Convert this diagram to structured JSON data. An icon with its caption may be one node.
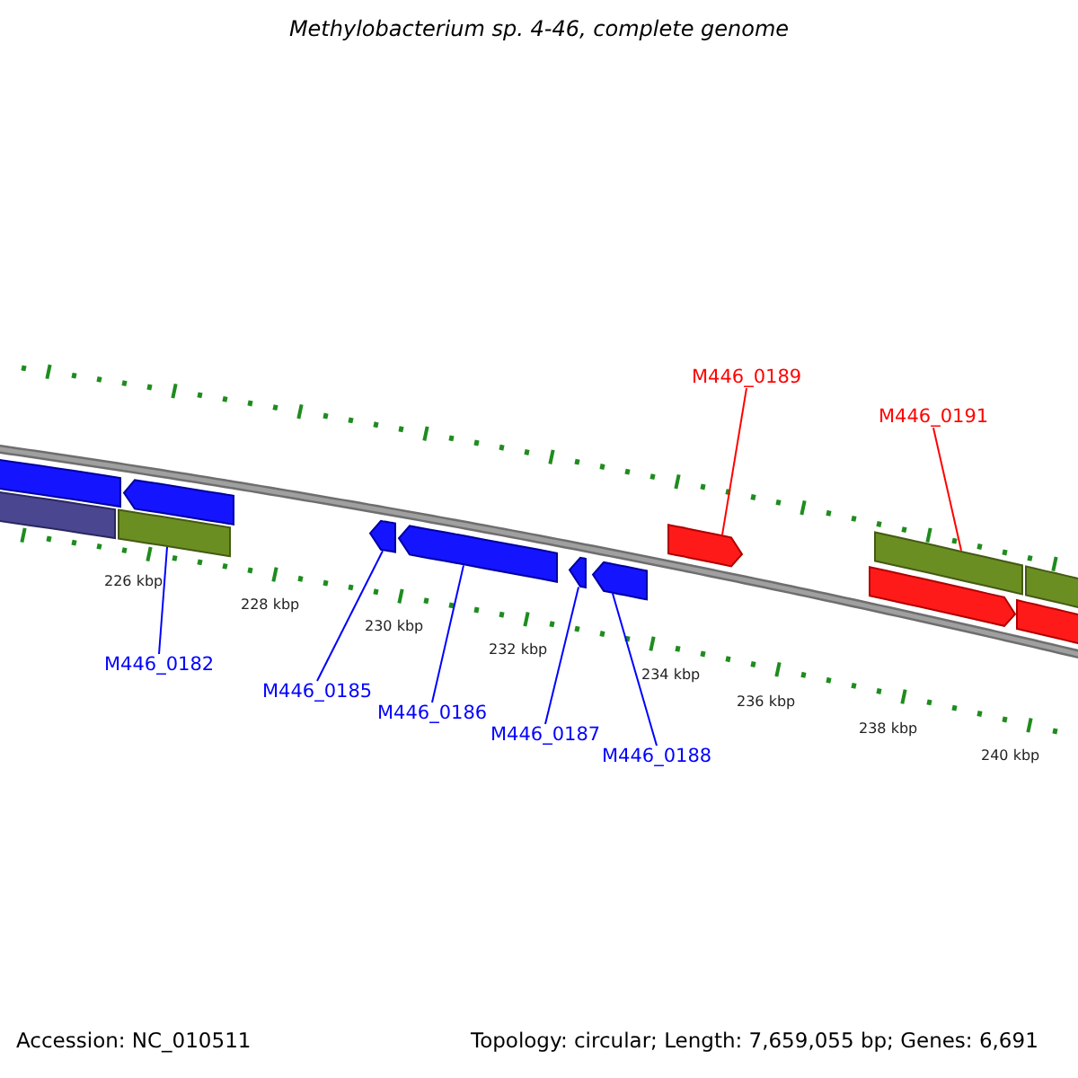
{
  "diagram": {
    "title": "Methylobacterium sp. 4-46, complete genome",
    "nodes": [
      {
        "text": [
          "M446_0189"
        ]
      },
      {
        "text": [
          "M446_0191"
        ]
      },
      {
        "text": [
          "M446_0182"
        ]
      },
      {
        "text": [
          "M446_0185"
        ]
      },
      {
        "text": [
          "M446_0186"
        ]
      },
      {
        "text": [
          "M446_0187"
        ]
      },
      {
        "text": [
          "M446_0188"
        ]
      },
      {
        "text": [],
        "shape": "arrow"
      },
      {
        "text": [],
        "shape": "bar"
      },
      {
        "text": [],
        "shape": "arrow"
      },
      {
        "text": [],
        "shape": "bar"
      },
      {
        "text": [],
        "shape": "arrow"
      },
      {
        "text": [],
        "shape": "arrow"
      },
      {
        "text": [],
        "shape": "arrow"
      },
      {
        "text": [],
        "shape": "arrow"
      },
      {
        "text": [],
        "shape": "arrow"
      },
      {
        "text": [],
        "shape": "bar"
      },
      {
        "text": [],
        "shape": "arrow"
      },
      {
        "text": [],
        "shape": "bar"
      },
      {
        "text": [],
        "shape": "arrow"
      }
    ],
    "edges": [
      {
        "from": 2,
        "to": 10,
        "arrow": "none"
      },
      {
        "from": 3,
        "to": 11,
        "arrow": "none"
      },
      {
        "from": 4,
        "to": 12,
        "arrow": "none"
      },
      {
        "from": 5,
        "to": 13,
        "arrow": "none"
      },
      {
        "from": 6,
        "to": 14,
        "arrow": "none"
      },
      {
        "from": 0,
        "to": 15,
        "arrow": "none",
        "color": "#ff0000"
      },
      {
        "from": 1,
        "to": 16,
        "arrow": "none",
        "color": "#ff0000"
      }
    ],
    "labels": [
      "226 kbp",
      "228 kbp",
      "230 kbp",
      "232 kbp",
      "234 kbp",
      "236 kbp",
      "238 kbp",
      "240 kbp",
      "Accession: NC_010511",
      "Topology: circular; Length: 7,659,055 bp; Genes: 6,691"
    ]
  }
}
